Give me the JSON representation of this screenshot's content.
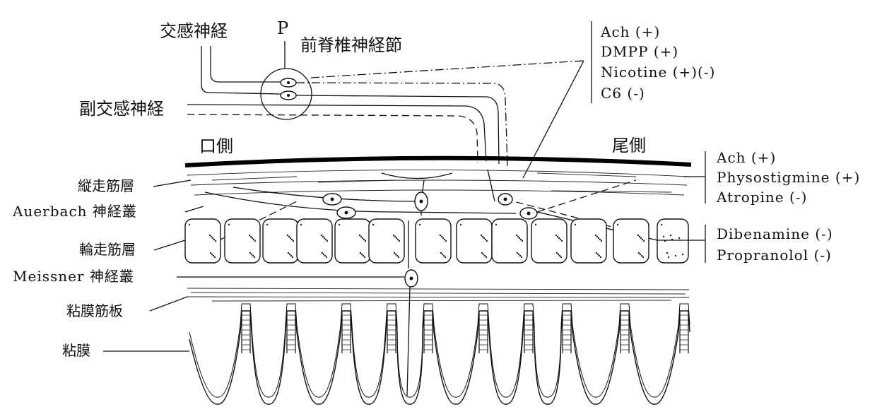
{
  "labels": {
    "sympathetic": "交感神経",
    "p_marker": "P",
    "prevertebral_ganglion": "前脊椎神経節",
    "parasympathetic": "副交感神経",
    "oral_side": "口側",
    "caudal_side": "尾側",
    "longitudinal_muscle": "縦走筋層",
    "auerbach": "Auerbach 神経叢",
    "circular_muscle": "輪走筋層",
    "meissner": "Meissner 神経叢",
    "muscularis_mucosae": "粘膜筋板",
    "mucosa": "粘膜"
  },
  "drug_groups": {
    "ganglion": [
      "Ach (+)",
      "DMPP (+)",
      "Nicotine (+)(-)",
      "C6 (-)"
    ],
    "longitudinal": [
      "Ach (+)",
      "Physostigmine (+)",
      "Atropine (-)"
    ],
    "circular": [
      "Dibenamine (-)",
      "Propranolol (-)"
    ]
  }
}
